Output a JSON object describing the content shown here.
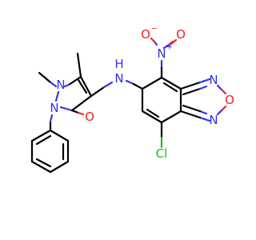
{
  "molecule": {
    "atoms": {
      "amine_n": "N",
      "amine_h": "H",
      "nitro_n": "N",
      "nitro_o1": "O",
      "nitro_o2": "O",
      "oxadiazole_n1": "N",
      "oxadiazole_o": "O",
      "oxadiazole_n2": "N",
      "chlorine": "Cl",
      "pyrazole_n1": "N",
      "pyrazole_n2": "N",
      "carbonyl_o": "O"
    },
    "charges": {
      "nitro_n": "+",
      "nitro_o1": "−"
    },
    "colors": {
      "carbon": "#000000",
      "nitrogen": "#3333ee",
      "oxygen": "#ee2222",
      "chlorine": "#22bb22"
    }
  }
}
